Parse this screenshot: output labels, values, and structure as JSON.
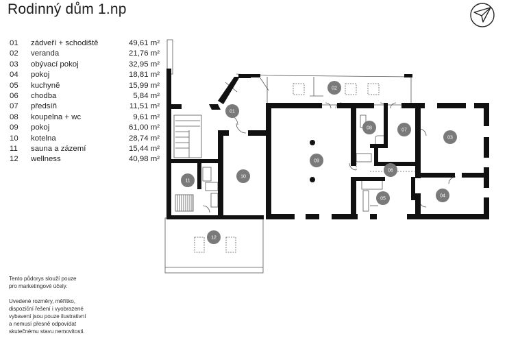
{
  "title": "Rodinný dům 1.np",
  "rooms": [
    {
      "num": "01",
      "name": "zádveří + schodiště",
      "area": "49,61 m²"
    },
    {
      "num": "02",
      "name": "veranda",
      "area": "21,76 m²"
    },
    {
      "num": "03",
      "name": "obývací pokoj",
      "area": "32,95 m²"
    },
    {
      "num": "04",
      "name": "pokoj",
      "area": "18,81 m²"
    },
    {
      "num": "05",
      "name": "kuchyně",
      "area": "15,99 m²"
    },
    {
      "num": "06",
      "name": "chodba",
      "area": "5,84 m²"
    },
    {
      "num": "07",
      "name": "předsíň",
      "area": "11,51 m²"
    },
    {
      "num": "08",
      "name": "koupelna + wc",
      "area": "9,61 m²"
    },
    {
      "num": "09",
      "name": "pokoj",
      "area": "61,00 m²"
    },
    {
      "num": "10",
      "name": "kotelna",
      "area": "28,74 m²"
    },
    {
      "num": "11",
      "name": "sauna a zázemí",
      "area": "15,44 m²"
    },
    {
      "num": "12",
      "name": "wellness",
      "area": "40,98 m²"
    }
  ],
  "disclaimer": {
    "line1": "Tento půdorys slouží pouze",
    "line2": "pro marketingové účely.",
    "line3": "Uvedené rozměry, měřítko,",
    "line4": "dispoziční řešení i vyobrazené",
    "line5": "vybavení jsou pouze ilustrativní",
    "line6": "a nemusí přesně odpovídat",
    "line7": "skutečnému stavu nemovitosti."
  },
  "plan_labels": {
    "r01": "01",
    "r02": "02",
    "r03": "03",
    "r04": "04",
    "r05": "05",
    "r06": "06",
    "r07": "07",
    "r08": "08",
    "r09": "09",
    "r10": "10",
    "r11": "11",
    "r12": "12"
  },
  "colors": {
    "wall": "#111111",
    "badge": "#7a7a7a",
    "thin": "#555555"
  },
  "icons": {
    "logo": "compass-plane-logo"
  }
}
